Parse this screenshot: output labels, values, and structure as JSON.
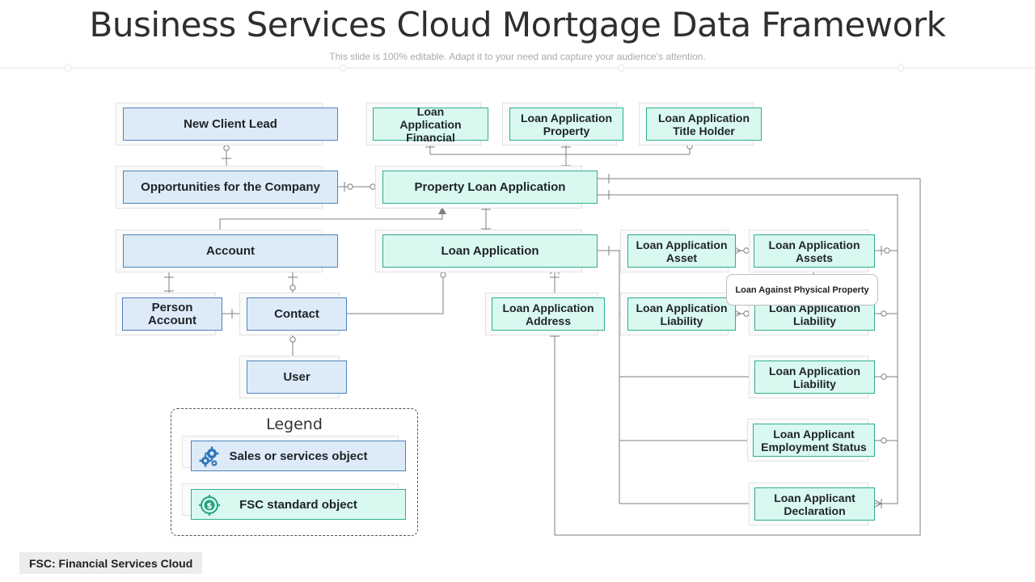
{
  "header": {
    "title": "Business Services Cloud Mortgage Data Framework",
    "subtitle": "This slide is 100% editable. Adapt it to your need and capture your audience’s attention."
  },
  "colors": {
    "sales_object_fill": "#dcebf7",
    "sales_object_border": "#4f81bd",
    "fsc_object_fill": "#d9f8f0",
    "fsc_object_border": "#2fae8f",
    "connector": "#7f7f7f"
  },
  "entities": {
    "new_client_lead": "New Client Lead",
    "opportunities": "Opportunities for the Company",
    "account": "Account",
    "person_account": "Person Account",
    "contact": "Contact",
    "user": "User",
    "loan_app_financial": "Loan Application Financial",
    "loan_app_property": "Loan Application Property",
    "loan_app_title_holder": "Loan Application Title Holder",
    "property_loan_application": "Property Loan Application",
    "loan_application": "Loan Application",
    "loan_app_address": "Loan Application Address",
    "loan_app_asset": "Loan Application Asset",
    "loan_app_assets": "Loan Application Assets",
    "loan_app_liability_left": "Loan Application Liability",
    "loan_app_liability_right": "Loan Application Liability",
    "loan_app_liability_lower": "Loan Application Liability",
    "loan_applicant_employment": "Loan Applicant Employment Status",
    "loan_applicant_declaration": "Loan Applicant Declaration"
  },
  "callout": "Loan Against Physical Property",
  "legend": {
    "title": "Legend",
    "sales_label": "Sales or services object",
    "sales_icon": "gears-icon",
    "fsc_label": "FSC standard object",
    "fsc_icon": "dollar-target-icon"
  },
  "footer": "FSC: Financial Services Cloud"
}
